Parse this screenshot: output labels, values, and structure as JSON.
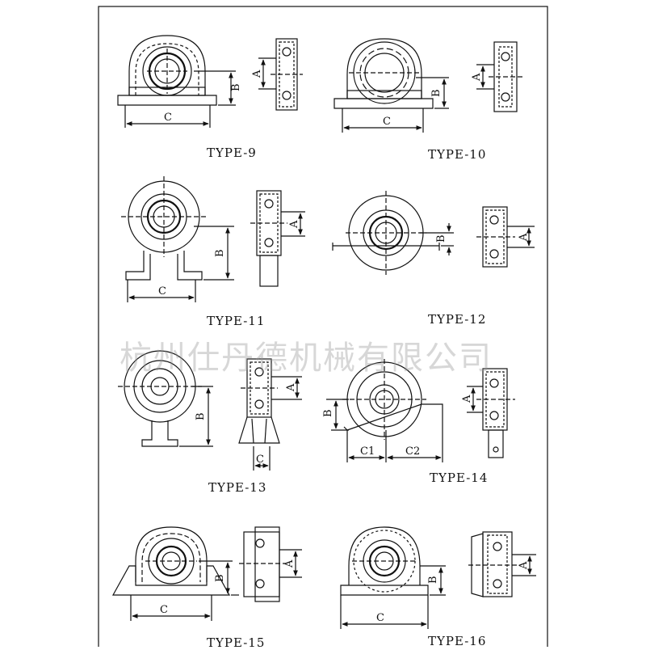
{
  "captions": {
    "t9": "TYPE-9",
    "t10": "TYPE-10",
    "t11": "TYPE-11",
    "t12": "TYPE-12",
    "t13": "TYPE-13",
    "t14": "TYPE-14",
    "t15": "TYPE-15",
    "t16": "TYPE-16"
  },
  "dims": {
    "a": "A",
    "b": "B",
    "c": "C",
    "c1": "C1",
    "c2": "C2"
  },
  "watermark": "杭州仕丹德机械有限公司"
}
